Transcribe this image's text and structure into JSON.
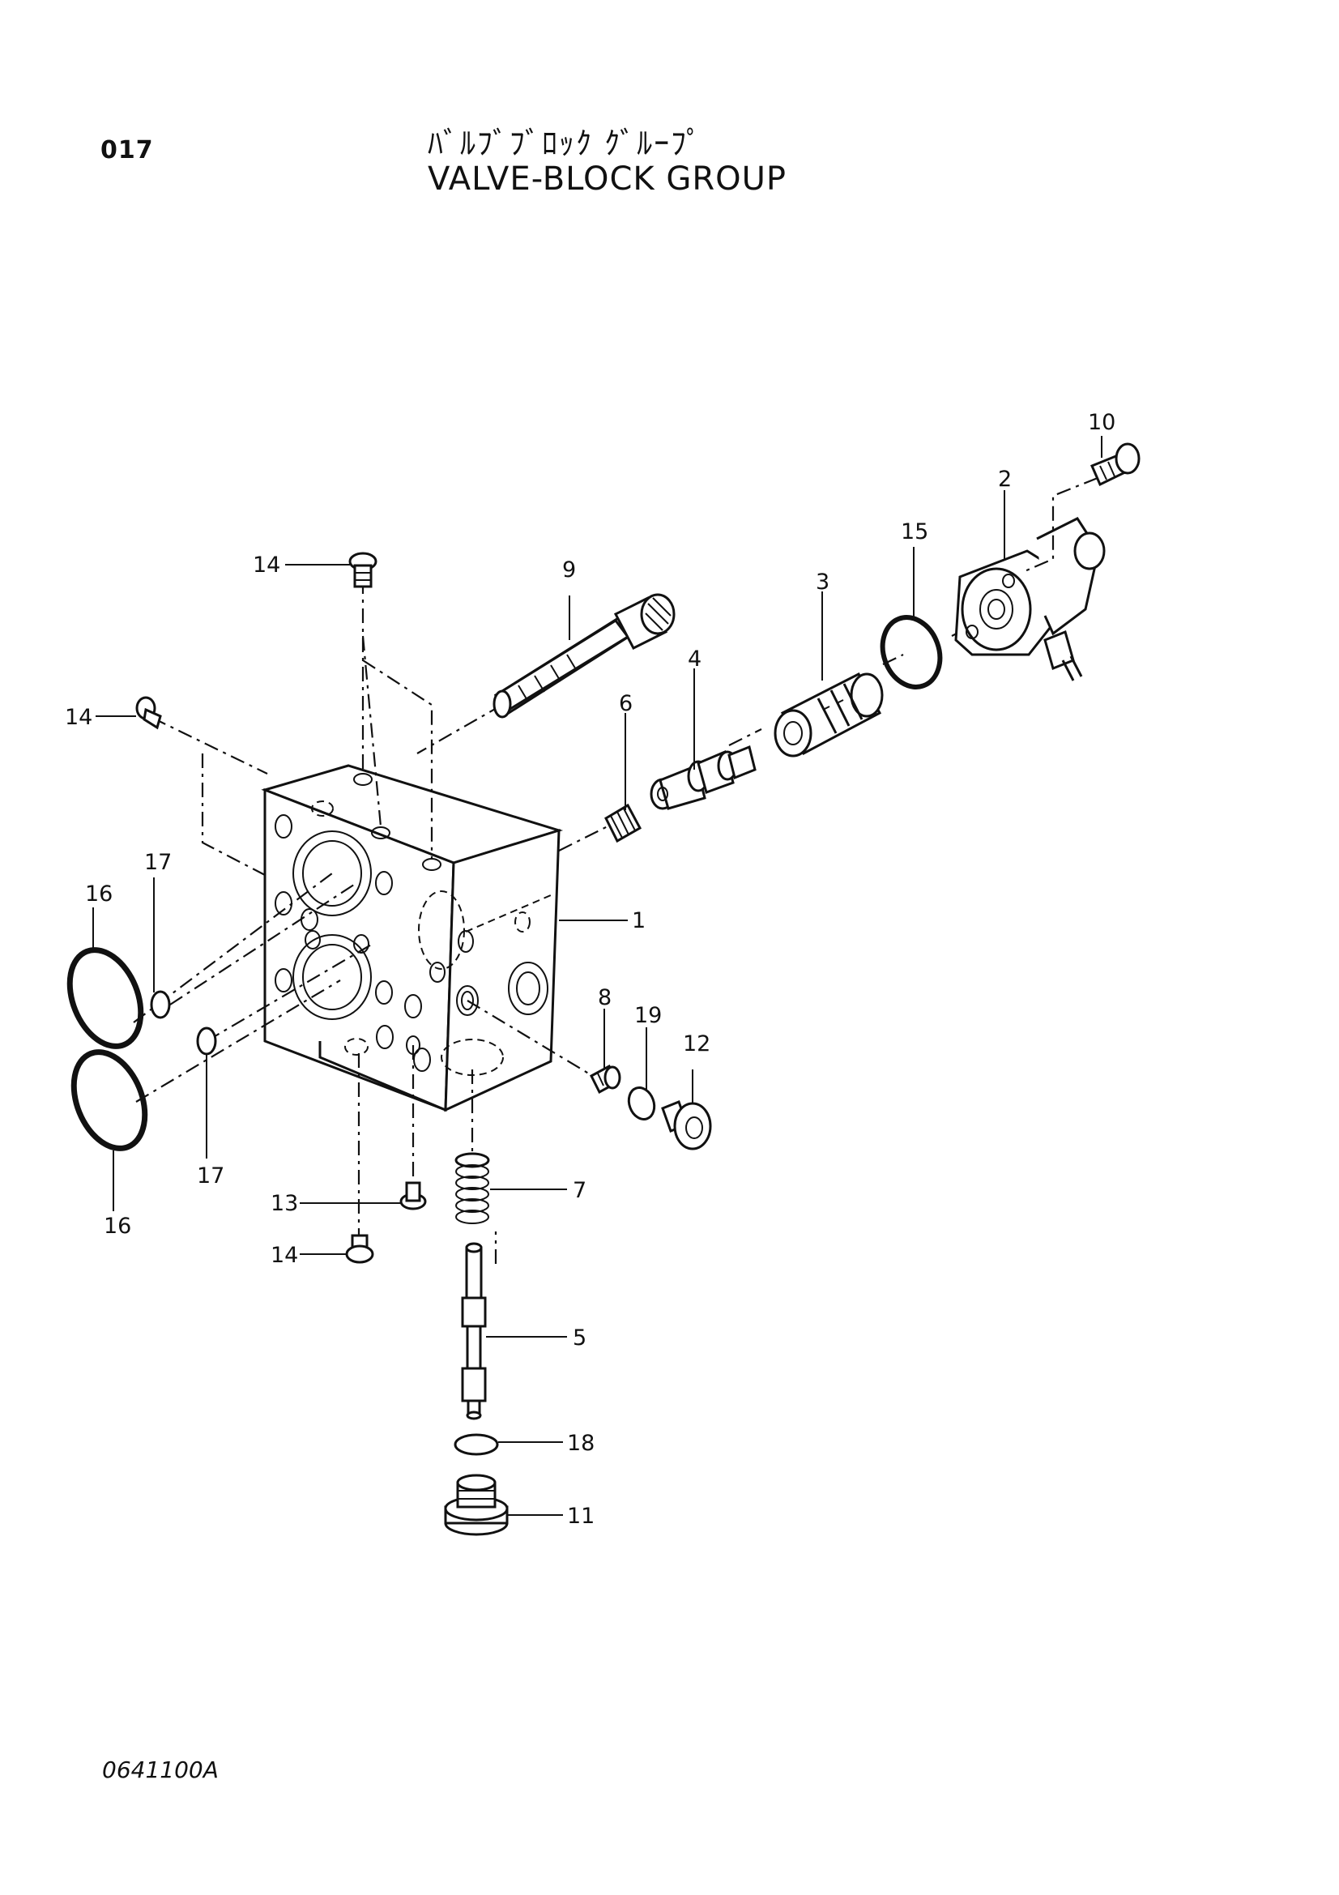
{
  "header": {
    "page_number": "017",
    "title_jp": "ﾊﾞﾙﾌﾞﾌﾞﾛｯｸ ｸﾞﾙｰﾌﾟ",
    "title_en": "VALVE-BLOCK GROUP"
  },
  "callouts": {
    "c1": "1",
    "c2": "2",
    "c3": "3",
    "c4": "4",
    "c5": "5",
    "c6": "6",
    "c7": "7",
    "c8": "8",
    "c9": "9",
    "c10": "10",
    "c11": "11",
    "c12": "12",
    "c13": "13",
    "c14a": "14",
    "c14b": "14",
    "c14c": "14",
    "c15": "15",
    "c16a": "16",
    "c16b": "16",
    "c17a": "17",
    "c17b": "17",
    "c18": "18",
    "c19": "19"
  },
  "footer": {
    "drawing_number": "0641100A"
  }
}
